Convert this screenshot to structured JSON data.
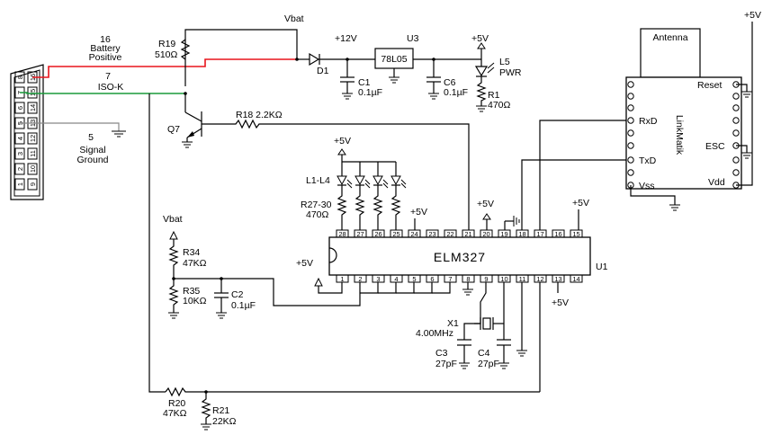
{
  "connector": {
    "pin16": "16",
    "pin16_name_1": "Battery",
    "pin16_name_2": "Positive",
    "pin7": "7",
    "pin7_name": "ISO-K",
    "pin5": "5",
    "pin5_name_1": "Signal",
    "pin5_name_2": "Ground",
    "pins_top": [
      "8",
      "7",
      "6",
      "5",
      "4",
      "3",
      "2",
      "1"
    ],
    "pins_bottom": [
      "16",
      "15",
      "14",
      "13",
      "12",
      "11",
      "10",
      "9"
    ]
  },
  "labels": {
    "vbat_top": "Vbat",
    "r19": "R19",
    "r19_val": "510Ω",
    "d1": "D1",
    "plus12v": "+12V",
    "u3": "U3",
    "u3_part": "78L05",
    "plus5v": "+5V",
    "l5": "L5",
    "pwr": "PWR",
    "c1": "C1",
    "c1_val": "0.1µF",
    "c6": "C6",
    "c6_val": "0.1µF",
    "r1": "R1",
    "r1_val": "470Ω",
    "q7": "Q7",
    "r18": "R18 2.2KΩ",
    "leds_supply": "+5V",
    "leds": "L1-L4",
    "r27": "R27-30",
    "r27_val": "470Ω",
    "pin24_supply": "+5V",
    "pin20_supply": "+5V",
    "pin15_supply": "+5V",
    "pin1_supply": "+5V",
    "pin12_supply": "+5V",
    "vbat_left": "Vbat",
    "r34": "R34",
    "r34_val": "47KΩ",
    "r35": "R35",
    "r35_val": "10KΩ",
    "c2": "C2",
    "c2_val": "0.1µF",
    "x1": "X1",
    "x1_val": "4.00MHz",
    "c3": "C3",
    "c3_val": "27pF",
    "c4": "C4",
    "c4_val": "27pF",
    "r20": "R20",
    "r20_val": "47KΩ",
    "r21": "R21",
    "r21_val": "22KΩ",
    "u1": "U1",
    "u1_part": "ELM327",
    "antenna": "Antenna",
    "linkmatik": "LinkMatik",
    "rxd": "RxD",
    "txd": "TxD",
    "vss": "Vss",
    "reset": "Reset",
    "esc": "ESC",
    "vdd": "Vdd",
    "module_supply": "+5V"
  },
  "ic": {
    "top_pins": [
      "28",
      "27",
      "26",
      "25",
      "24",
      "23",
      "22",
      "21",
      "20",
      "19",
      "18",
      "17",
      "16",
      "15"
    ],
    "bottom_pins": [
      "1",
      "2",
      "3",
      "4",
      "5",
      "6",
      "7",
      "8",
      "9",
      "10",
      "11",
      "12",
      "13",
      "14"
    ]
  }
}
